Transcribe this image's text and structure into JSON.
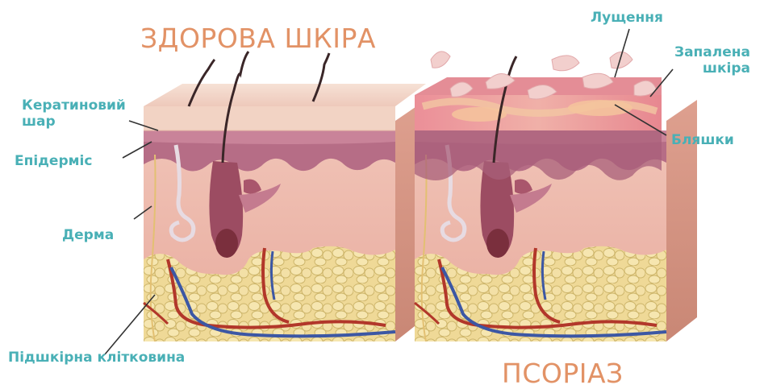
{
  "titles": {
    "healthy": "ЗДОРОВА ШКІРА",
    "psoriasis": "ПСОРІАЗ"
  },
  "labels": {
    "keratin_line1": "Кератиновий",
    "keratin_line2": "шар",
    "epidermis": "Епідерміс",
    "dermis": "Дерма",
    "subcutaneous": "Підшкірна клітковина",
    "scaling": "Лущення",
    "inflamed_line1": "Запалена",
    "inflamed_line2": "шкіра",
    "plaques": "Бляшки"
  },
  "colors": {
    "title": "#e29266",
    "label": "#49b0b6",
    "leader": "#333333",
    "keratin": "#f3d7c8",
    "epidermis": "#b66d86",
    "dermis": "#ecb4a6",
    "fat": "#efdc9c",
    "artery": "#b2372a",
    "vein": "#3c57a4",
    "inflamed": "#e98590",
    "scale": "#f1cfcf"
  }
}
